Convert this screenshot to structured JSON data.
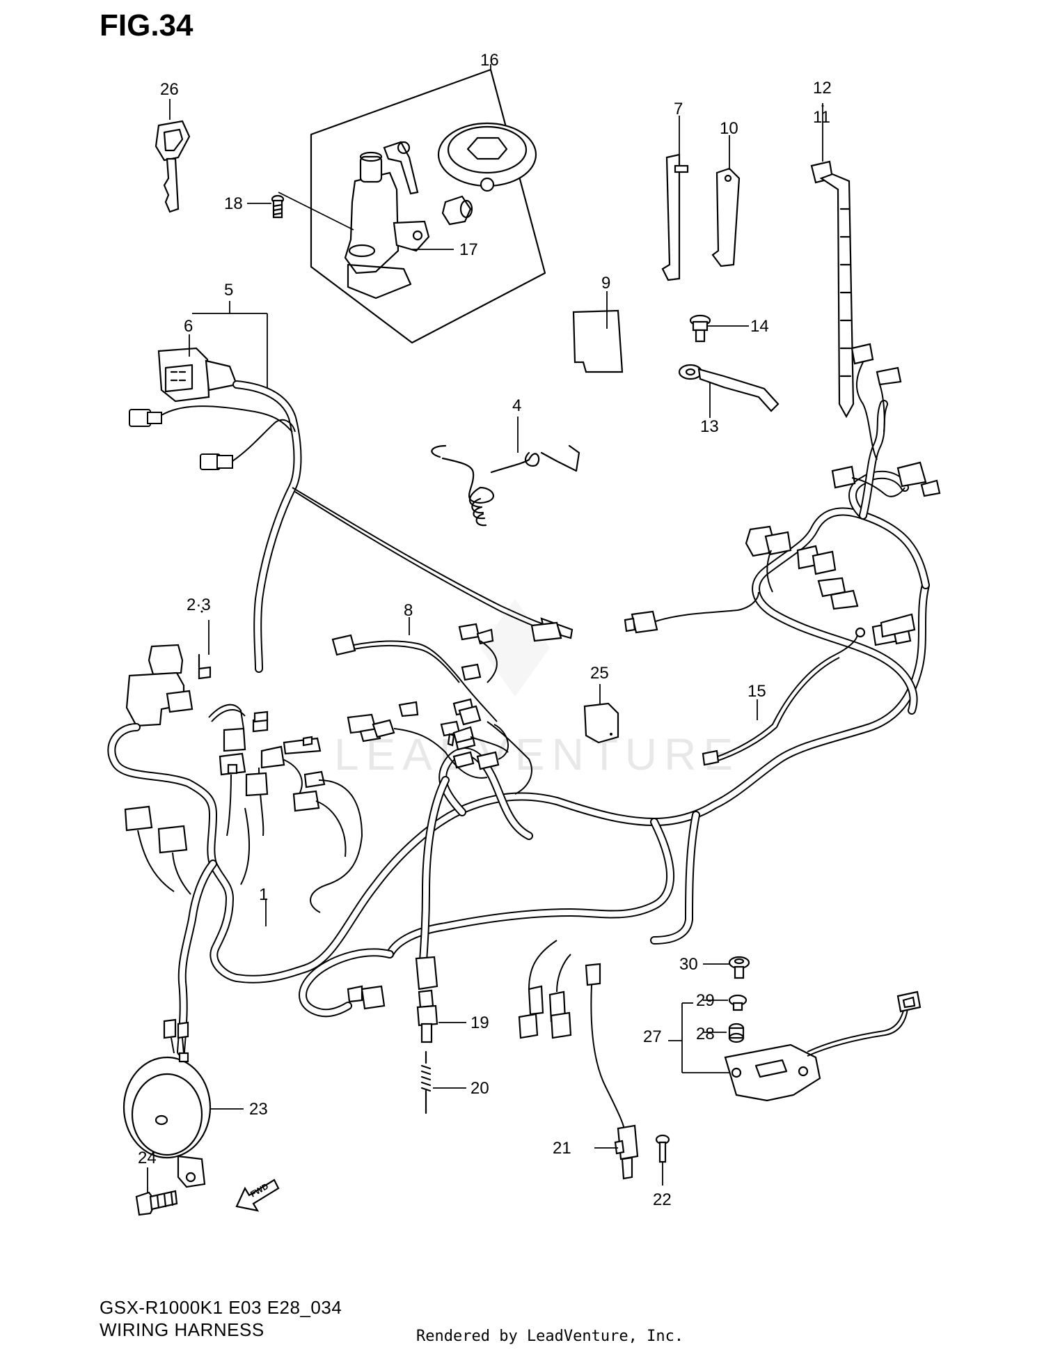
{
  "figure": {
    "title": "FIG.34",
    "model_code": "GSX-R1000K1 E03 E28_034",
    "section_name": "WIRING HARNESS",
    "credit": "Rendered by LeadVenture, Inc.",
    "watermark": "LEADVENTURE",
    "direction_arrow": "FWD"
  },
  "callouts": [
    "1",
    "2·3",
    "4",
    "5",
    "6",
    "7",
    "8",
    "9",
    "10",
    "12",
    "11",
    "13",
    "14",
    "15",
    "16",
    "17",
    "18",
    "19",
    "20",
    "21",
    "22",
    "23",
    "24",
    "25",
    "26",
    "27",
    "28",
    "29",
    "30"
  ],
  "parts": [
    {
      "ref": "1",
      "icon": "main-harness"
    },
    {
      "ref": "2·3",
      "icon": "fuse-box"
    },
    {
      "ref": "4",
      "icon": "torsion-springs"
    },
    {
      "ref": "5",
      "icon": "sub-harness"
    },
    {
      "ref": "6",
      "icon": "connector"
    },
    {
      "ref": "7",
      "icon": "clamp"
    },
    {
      "ref": "8",
      "icon": "injector-harness"
    },
    {
      "ref": "9",
      "icon": "pad"
    },
    {
      "ref": "10",
      "icon": "clamp"
    },
    {
      "ref": "11",
      "icon": "cable-tie"
    },
    {
      "ref": "12",
      "icon": "cable-tie"
    },
    {
      "ref": "13",
      "icon": "ground-strap"
    },
    {
      "ref": "14",
      "icon": "bolt"
    },
    {
      "ref": "15",
      "icon": "lead-wire"
    },
    {
      "ref": "16",
      "icon": "ignition-lock-set"
    },
    {
      "ref": "17",
      "icon": "ignition-switch"
    },
    {
      "ref": "18",
      "icon": "screw"
    },
    {
      "ref": "19",
      "icon": "switch"
    },
    {
      "ref": "20",
      "icon": "spring"
    },
    {
      "ref": "21",
      "icon": "sensor-switch"
    },
    {
      "ref": "22",
      "icon": "screw"
    },
    {
      "ref": "23",
      "icon": "horn"
    },
    {
      "ref": "24",
      "icon": "bolt"
    },
    {
      "ref": "25",
      "icon": "relay"
    },
    {
      "ref": "26",
      "icon": "key"
    },
    {
      "ref": "27",
      "icon": "sensor"
    },
    {
      "ref": "28",
      "icon": "cushion"
    },
    {
      "ref": "29",
      "icon": "collar"
    },
    {
      "ref": "30",
      "icon": "bolt"
    }
  ]
}
